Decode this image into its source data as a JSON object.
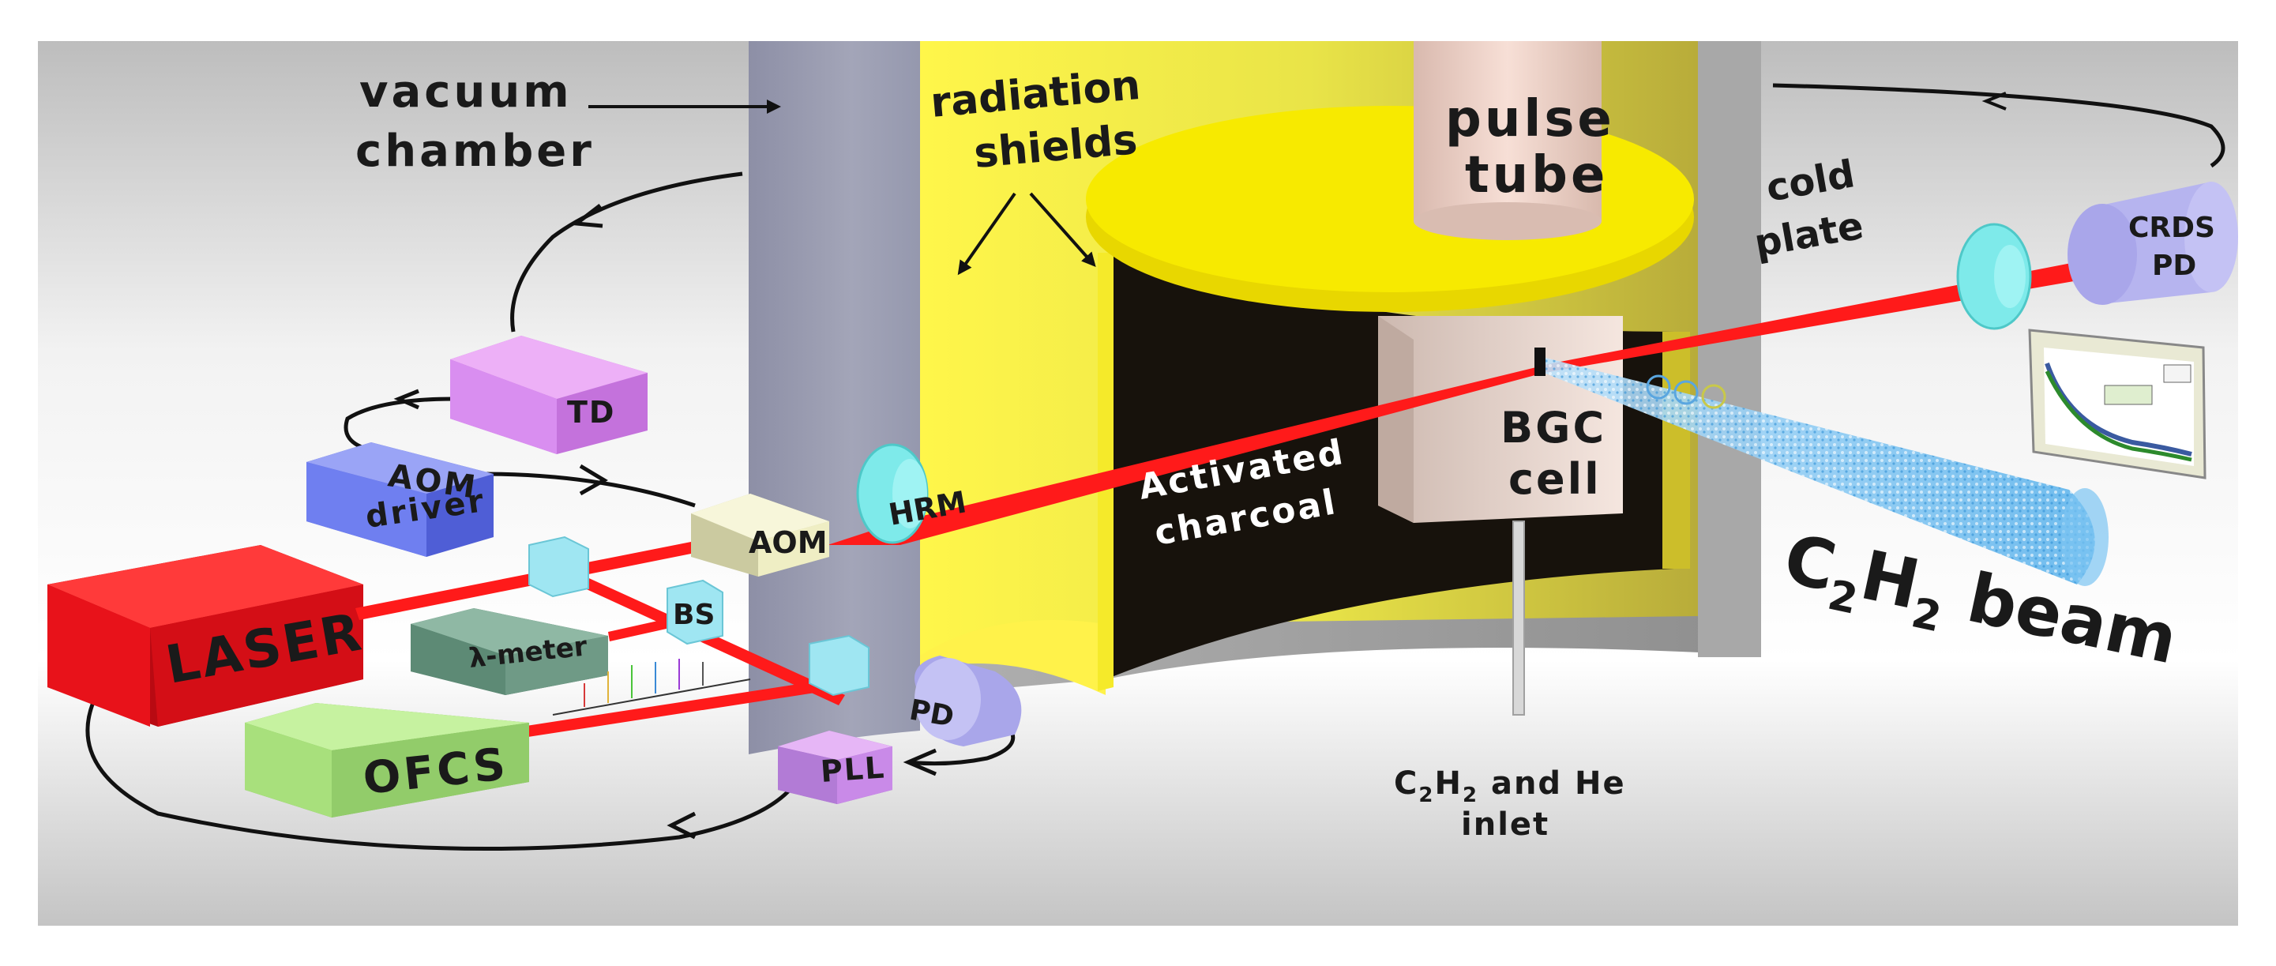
{
  "labels": {
    "vacuum_line1": "vacuum",
    "vacuum_line2": "chamber",
    "radiation_line1": "radiation",
    "radiation_line2": "shields",
    "pulse_line1": "pulse",
    "pulse_line2": "tube",
    "cold_line1": "cold",
    "cold_line2": "plate",
    "crds_line1": "CRDS",
    "crds_line2": "PD",
    "td": "TD",
    "aom_driver_line1": "AOM",
    "aom_driver_line2": "driver",
    "aom": "AOM",
    "hrm": "HRM",
    "laser": "LASER",
    "lambda_meter": "λ-meter",
    "bs": "BS",
    "ofcs": "OFCS",
    "pd": "PD",
    "pll": "PLL",
    "charcoal_line1": "Activated",
    "charcoal_line2": "charcoal",
    "bgc_line1": "BGC",
    "bgc_line2": "cell",
    "beam_main": "C",
    "beam_sub1": "2",
    "beam_h": "H",
    "beam_sub2": "2",
    "beam_word": " beam",
    "inlet_c": "C",
    "inlet_sub1": "2",
    "inlet_h": "H",
    "inlet_sub2": "2",
    "inlet_rest": " and He",
    "inlet_line2": "inlet"
  },
  "colors": {
    "laser": "#e8121a",
    "beam": "#ff1a1a",
    "td": "#d98ef0",
    "aom_driver": "#6f7ff0",
    "aom": "#efeec4",
    "lambda_meter": "#6f9a86",
    "ofcs": "#a8e07c",
    "pll": "#c98ae8",
    "pd": "#b6b4ef",
    "optic": "#7eeaea",
    "radiation_shield": "#f3ef3a",
    "cold_plate": "#f7ea00",
    "pulse_tube": "#f0d4ca",
    "charcoal": "#17120c",
    "vacuum_wall": "#9a9cb0",
    "molecular_beam": "#7cc4f2"
  }
}
